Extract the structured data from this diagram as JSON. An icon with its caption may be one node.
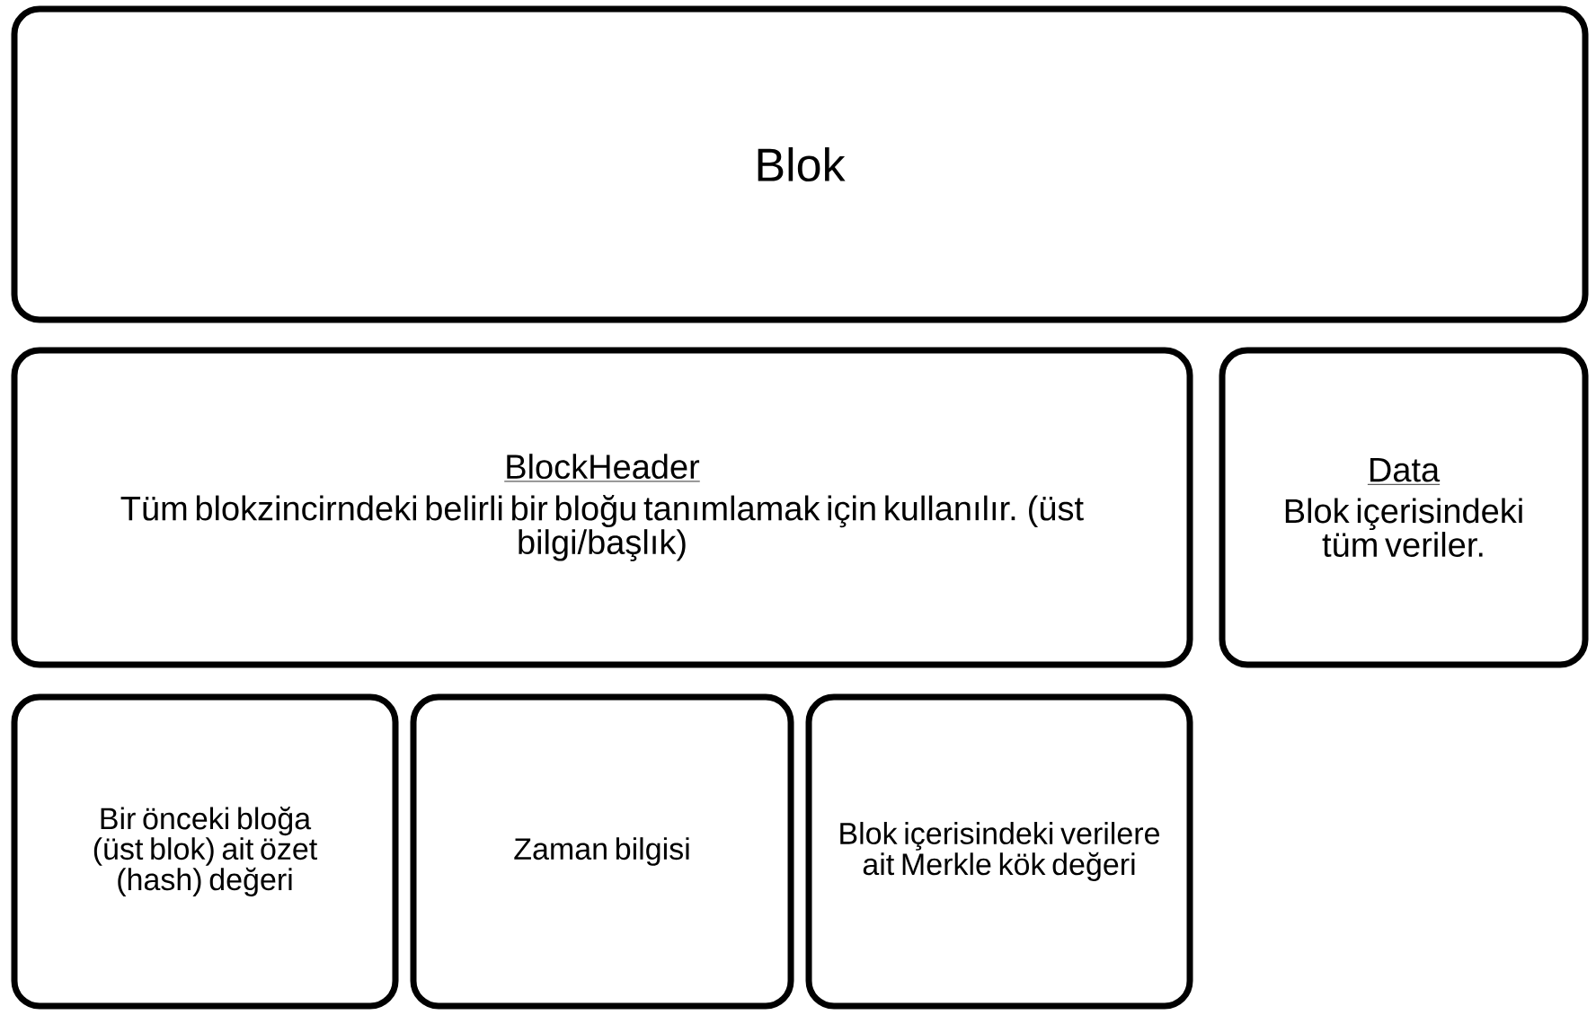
{
  "diagram": {
    "nodes": [
      {
        "text": [
          "Blok"
        ]
      },
      {
        "text": [
          "BlockHeader",
          "Tüm blokzincirndeki belirli bir bloğu tanımlamak için kullanılır. (üst bilgi/başlık)"
        ]
      },
      {
        "text": [
          "Data",
          "Blok içerisindeki tüm veriler."
        ]
      },
      {
        "text": [
          "Bir önceki bloğa (üst blok) ait özet (hash) değeri"
        ]
      },
      {
        "text": [
          "Zaman bilgisi"
        ]
      },
      {
        "text": [
          "Blok içerisindeki verilere ait Merkle kök değeri"
        ]
      }
    ]
  }
}
